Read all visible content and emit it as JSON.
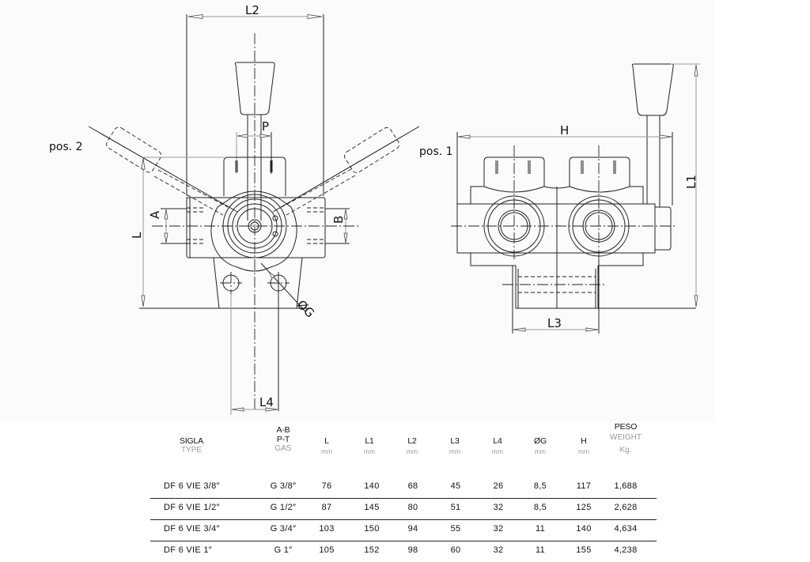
{
  "drawing": {
    "front_view_labels": {
      "L2": "L2",
      "P": "P",
      "pos2": "pos. 2",
      "A": "A",
      "B": "B",
      "L": "L",
      "OG": "ØG",
      "L4": "L4"
    },
    "side_view_labels": {
      "H": "H",
      "pos1": "pos. 1",
      "L1": "L1",
      "L3": "L3"
    }
  },
  "table": {
    "columns": [
      {
        "key": "type",
        "main": "SIGLA",
        "sub": "TYPE",
        "unit": ""
      },
      {
        "key": "gas",
        "top": "A-B",
        "main": "P-T",
        "sub": "GAS",
        "unit": ""
      },
      {
        "key": "L",
        "main": "L",
        "unit": "mm"
      },
      {
        "key": "L1",
        "main": "L1",
        "unit": "mm"
      },
      {
        "key": "L2",
        "main": "L2",
        "unit": "mm"
      },
      {
        "key": "L3",
        "main": "L3",
        "unit": "mm"
      },
      {
        "key": "L4",
        "main": "L4",
        "unit": "mm"
      },
      {
        "key": "G",
        "main": "ØG",
        "unit": "mm"
      },
      {
        "key": "H",
        "main": "H",
        "unit": "mm"
      },
      {
        "key": "weight",
        "top": "PESO",
        "main": "WEIGHT",
        "unit": "Kg."
      }
    ],
    "rows": [
      {
        "type": "DF 6 VIE 3/8″",
        "gas": "G  3/8″",
        "L": "76",
        "L1": "140",
        "L2": "68",
        "L3": "45",
        "L4": "26",
        "G": "8,5",
        "H": "117",
        "weight": "1,688"
      },
      {
        "type": "DF 6 VIE 1/2″",
        "gas": "G  1/2″",
        "L": "87",
        "L1": "145",
        "L2": "80",
        "L3": "51",
        "L4": "32",
        "G": "8,5",
        "H": "125",
        "weight": "2,628"
      },
      {
        "type": "DF 6 VIE 3/4″",
        "gas": "G  3/4″",
        "L": "103",
        "L1": "150",
        "L2": "94",
        "L3": "55",
        "L4": "32",
        "G": "11",
        "H": "140",
        "weight": "4,634"
      },
      {
        "type": "DF 6 VIE 1″",
        "gas": "G  1″",
        "L": "105",
        "L1": "152",
        "L2": "98",
        "L3": "60",
        "L4": "32",
        "G": "11",
        "H": "155",
        "weight": "4,238"
      }
    ]
  }
}
